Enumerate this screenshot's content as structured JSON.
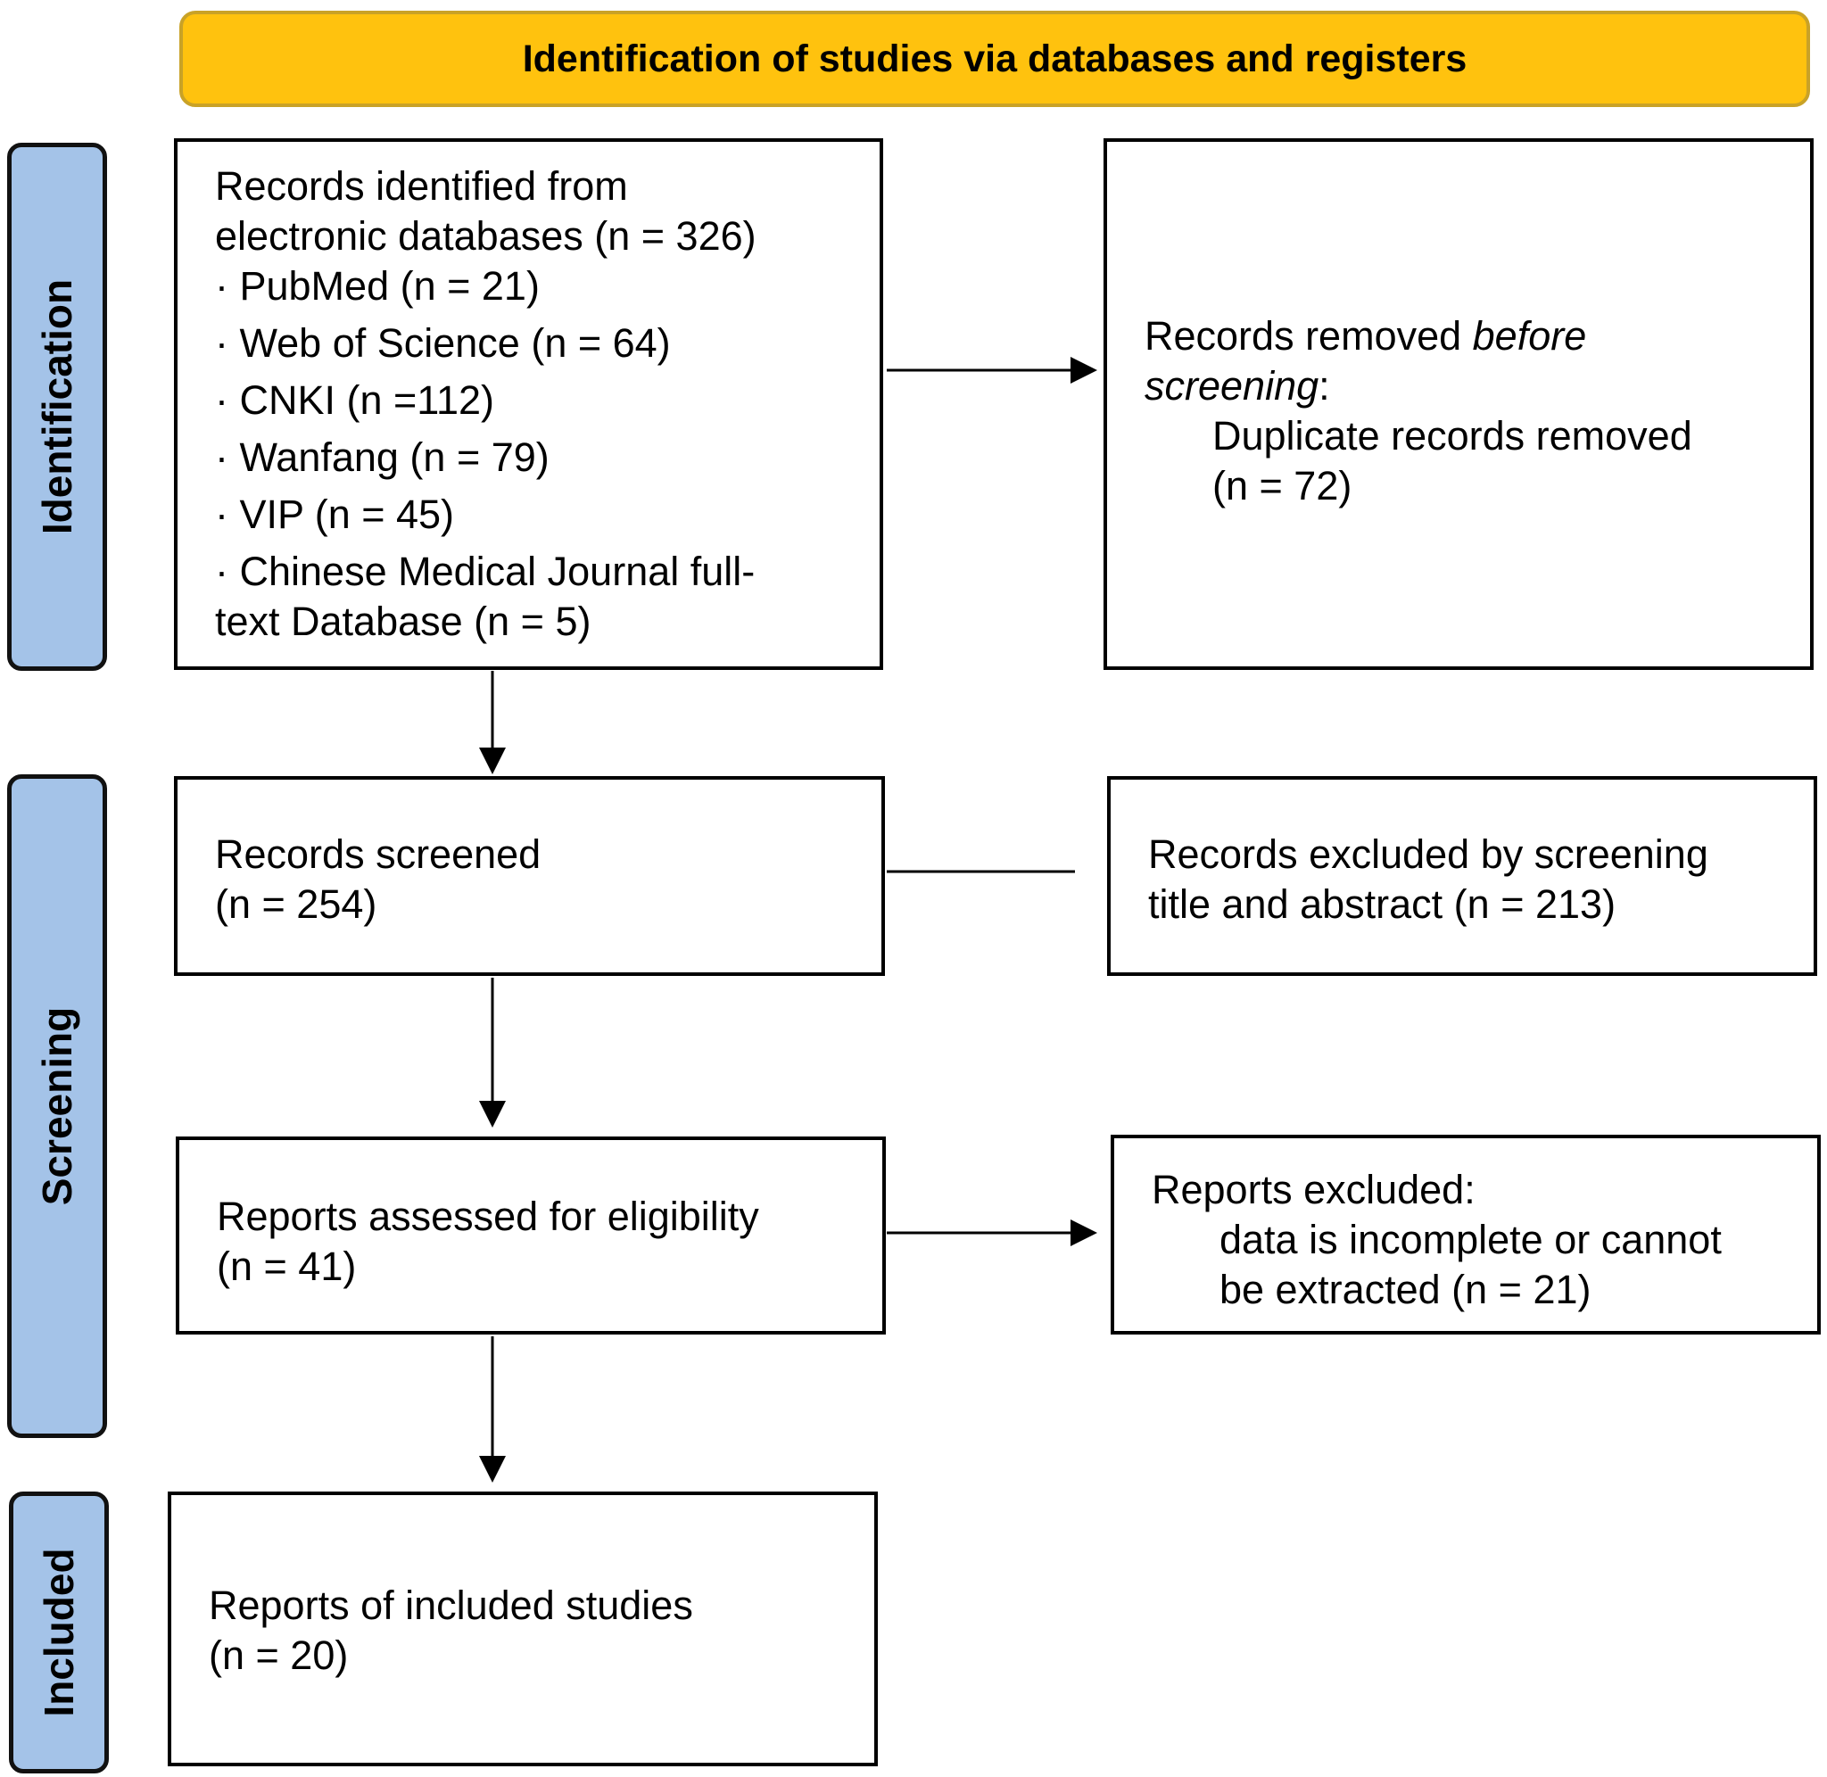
{
  "header": {
    "title": "Identification of studies via databases and registers"
  },
  "phases": {
    "identification": "Identification",
    "screening": "Screening",
    "included": "Included"
  },
  "identified": {
    "line1": "Records identified from",
    "line2": "electronic databases (n = 326)",
    "items": [
      "· PubMed (n = 21)",
      "· Web of Science (n = 64)",
      "· CNKI (n =112)",
      "· Wanfang (n = 79)",
      "· VIP (n = 45)",
      "· Chinese Medical Journal full-"
    ],
    "last_line": "text Database (n = 5)"
  },
  "removed": {
    "prefix": "Records removed ",
    "italic1": "before",
    "italic2": "screening",
    "suffix": ":",
    "detail1": "Duplicate records removed",
    "detail2": "(n = 72)"
  },
  "screened": {
    "line1": "Records screened",
    "line2": "(n = 254)"
  },
  "excluded_screening": {
    "line1": "Records excluded by screening",
    "line2": "title and abstract (n = 213)"
  },
  "assessed": {
    "line1": "Reports assessed for eligibility",
    "line2": "(n = 41)"
  },
  "reports_excluded": {
    "line1": "Reports excluded:",
    "line2": "data is incomplete or cannot",
    "line3": "be extracted (n = 21)"
  },
  "included_box": {
    "line1": "Reports of included studies",
    "line2": "(n = 20)"
  },
  "colors": {
    "banner": "#FFC20E",
    "phase": "#A4C3E8"
  }
}
